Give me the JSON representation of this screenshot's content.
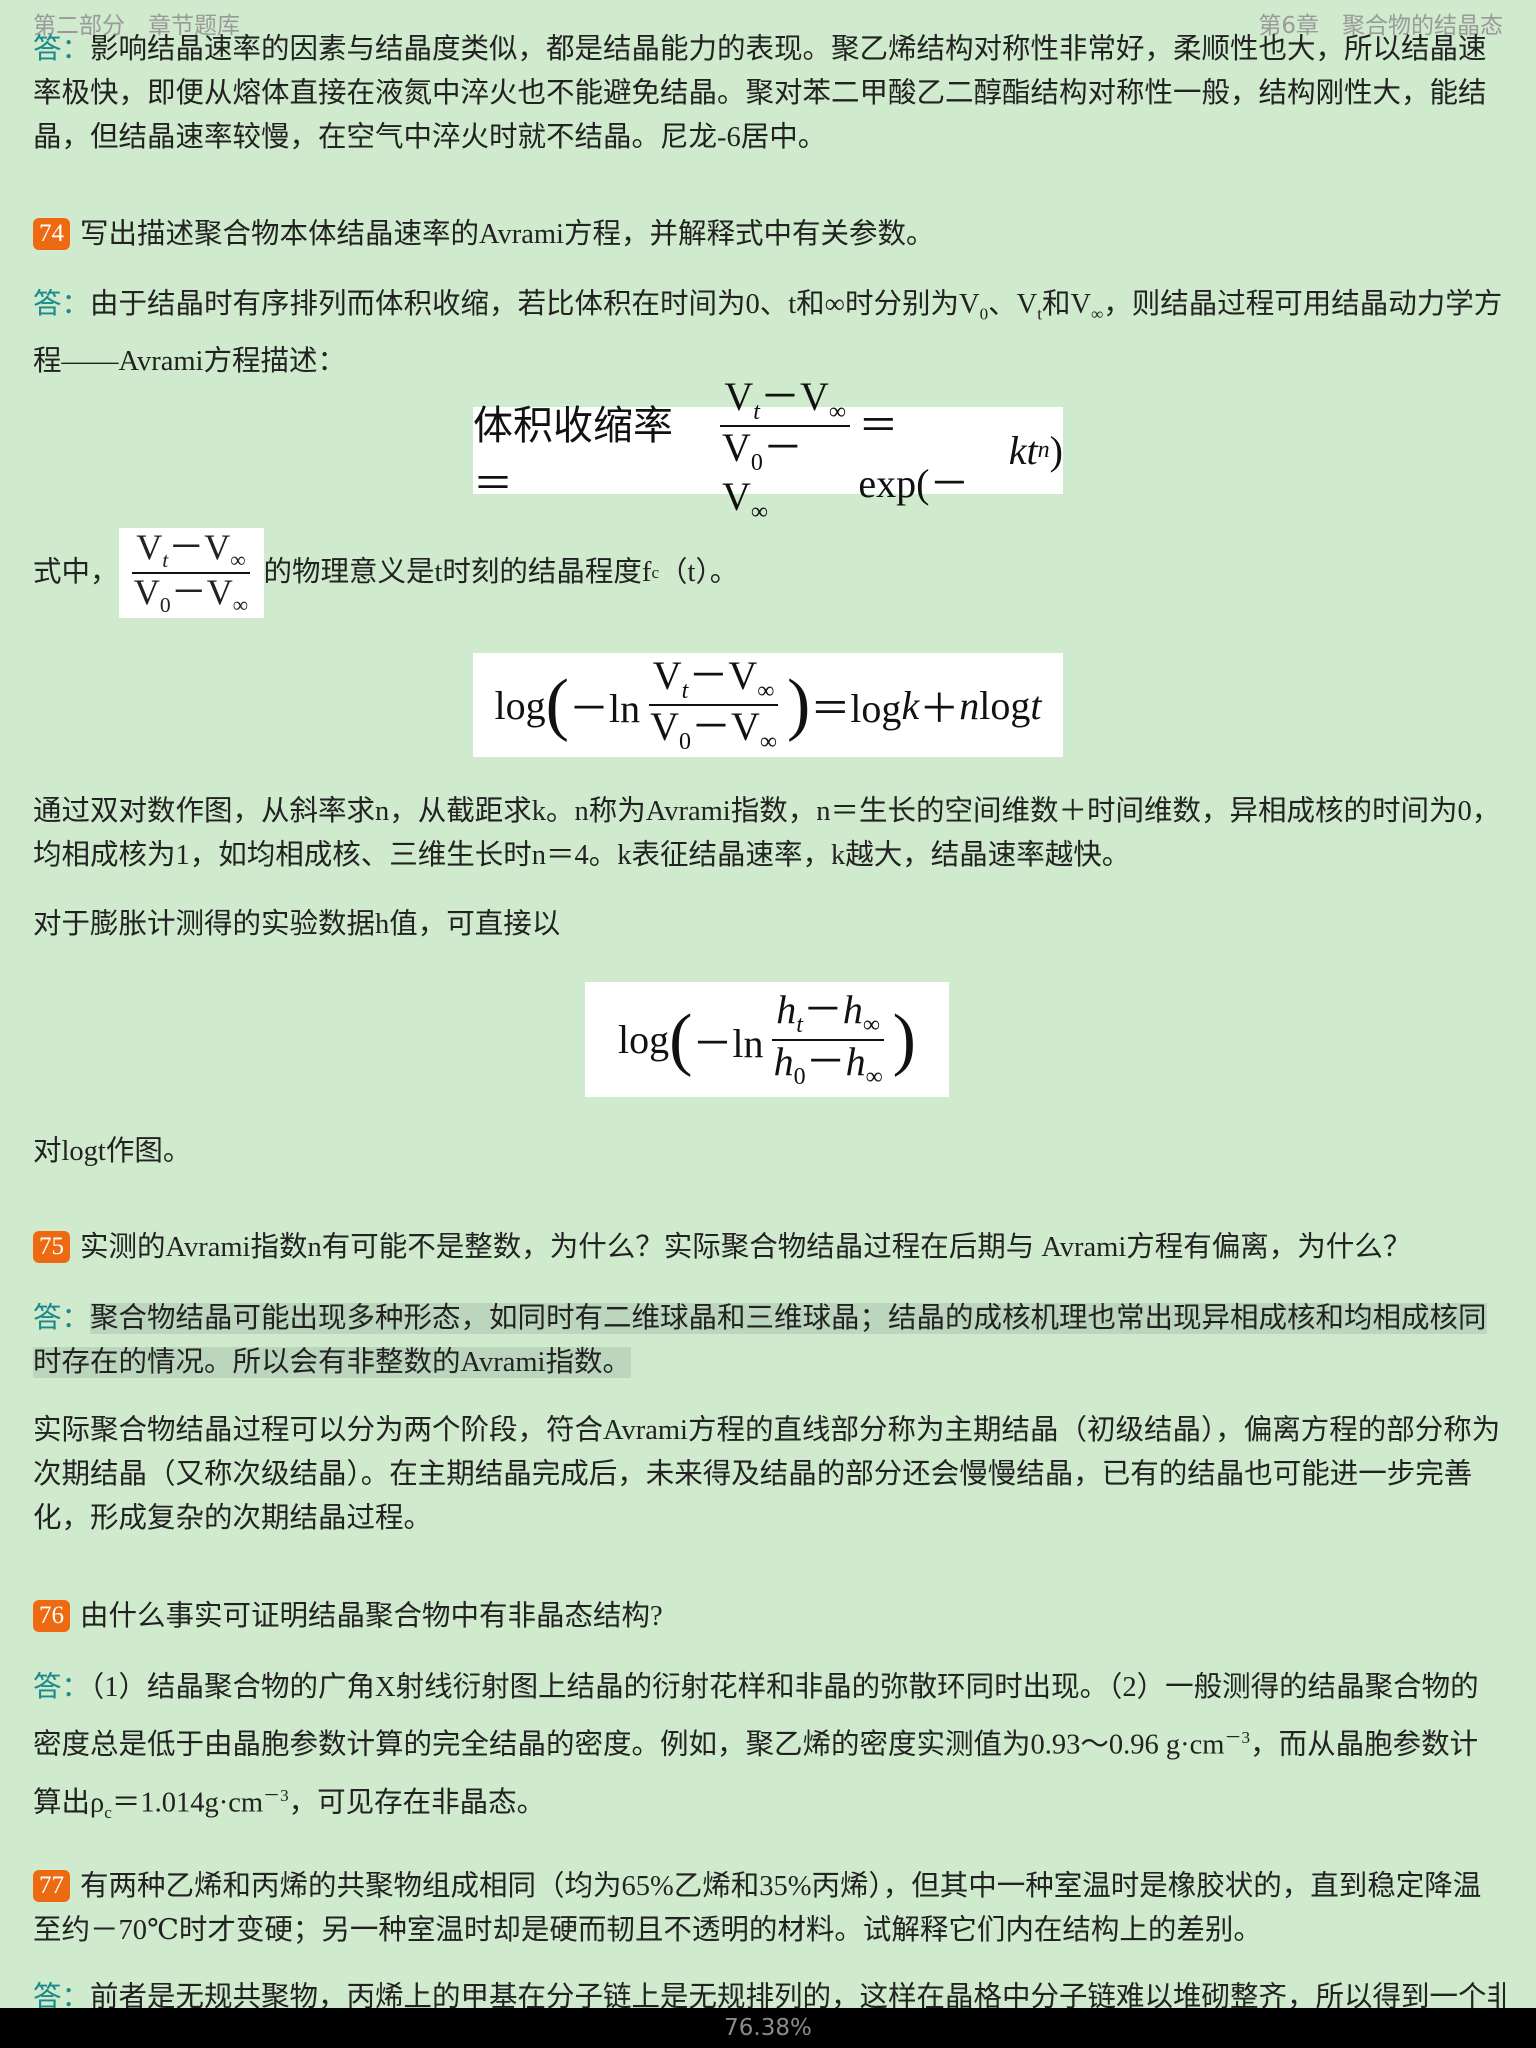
{
  "header": {
    "left": "第二部分　章节题库",
    "right": "第6章　聚合物的结晶态"
  },
  "answer_label": "答：",
  "prev_answer": "影响结晶速率的因素与结晶度类似，都是结晶能力的表现。聚乙烯结构对称性非常好，柔顺性也大，所以结晶速率极快，即便从熔体直接在液氮中淬火也不能避免结晶。聚对苯二甲酸乙二醇酯结构对称性一般，结构刚性大，能结晶，但结晶速率较慢，在空气中淬火时就不结晶。尼龙-6居中。",
  "q74": {
    "number": "74",
    "question": "写出描述聚合物本体结晶速率的Avrami方程，并解释式中有关参数。",
    "answer_a": "由于结晶时有序排列而体积收缩，若比体积在时间为0、t和∞时分别为V",
    "sub0": "0",
    "sep1": "、V",
    "subt": "t",
    "sep2": "和V",
    "subinf": "∞",
    "answer_b": "，则结晶过程可用结晶动力学方程——Avrami方程描述：",
    "formula1": {
      "lhs": "体积收缩率＝",
      "num": "V",
      "num_sub": "t",
      "minus": "－V",
      "inf": "∞",
      "den": "V",
      "den_sub": "0",
      "rhs": "＝exp(－",
      "kt": "kt",
      "n": "n",
      "close": ")"
    },
    "where_a": "式中，",
    "where_b": "的物理意义是t时刻的结晶程度f",
    "where_sub": "c",
    "where_c": "（t）。",
    "formula2": {
      "log": "log",
      "ln": "－ln",
      "rhs": "＝log",
      "k": "k",
      "plus": "＋",
      "n": "n",
      "logt": "log",
      "t": "t"
    },
    "para1": "通过双对数作图，从斜率求n，从截距求k。n称为Avrami指数，n＝生长的空间维数＋时间维数，异相成核的时间为0，均相成核为1，如均相成核、三维生长时n＝4。k表征结晶速率，k越大，结晶速率越快。",
    "para2": "对于膨胀计测得的实验数据h值，可直接以",
    "formula3": {
      "log": "log",
      "ln": "－ln",
      "h": "h",
      "t": "t",
      "zero": "0",
      "minus": "－",
      "inf": "∞"
    },
    "para3": "对logt作图。"
  },
  "q75": {
    "number": "75",
    "question": "实测的Avrami指数n有可能不是整数，为什么？实际聚合物结晶过程在后期与 Avrami方程有偏离，为什么？",
    "answer": "聚合物结晶可能出现多种形态，如同时有二维球晶和三维球晶；结晶的成核机理也常出现异相成核和均相成核同时存在的情况。所以会有非整数的Avrami指数。",
    "para": "实际聚合物结晶过程可以分为两个阶段，符合Avrami方程的直线部分称为主期结晶（初级结晶），偏离方程的部分称为次期结晶（又称次级结晶）。在主期结晶完成后，未来得及结晶的部分还会慢慢结晶，已有的结晶也可能进一步完善化，形成复杂的次期结晶过程。"
  },
  "q76": {
    "number": "76",
    "question": "由什么事实可证明结晶聚合物中有非晶态结构?",
    "answer_a": "（1）结晶聚合物的广角X射线衍射图上结晶的衍射花样和非晶的弥散环同时出现。（2）一般测得的结晶聚合物的密度总是低于由晶胞参数计算的完全结晶的密度。例如，聚乙烯的密度实测值为0.93～0.96 g·cm",
    "sup1": "－3",
    "answer_b": "，而从晶胞参数计算出ρ",
    "sub_c": "c",
    "answer_c": "＝1.014g·cm",
    "sup2": "－3",
    "answer_d": "，可见存在非晶态。"
  },
  "q77": {
    "number": "77",
    "question": "有两种乙烯和丙烯的共聚物组成相同（均为65%乙烯和35%丙烯），但其中一种室温时是橡胶状的，直到稳定降温至约－70℃时才变硬；另一种室温时却是硬而韧且不透明的材料。试解释它们内在结构上的差别。",
    "answer": "前者是无规共聚物，丙烯上的甲基在分子链上是无规排列的，这样在晶格中分子链难以堆砌整齐，所以得到一个非"
  },
  "footer": {
    "progress": "76.38%"
  },
  "colors": {
    "background": "#cfeacd",
    "badge": "#ee6a12",
    "answer_label": "#1a8a8a",
    "highlight": "#bcd5bd"
  }
}
